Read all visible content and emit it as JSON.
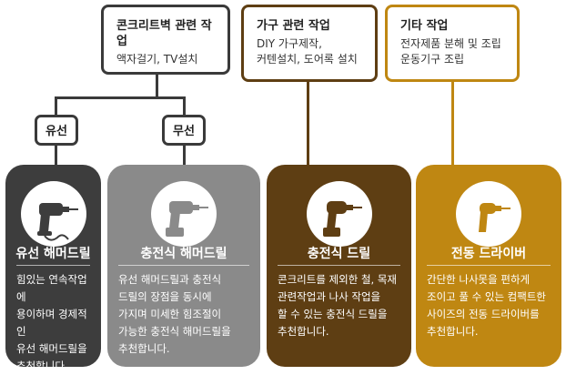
{
  "boxes": [
    {
      "title": "콘크리트벽 관련 작업",
      "desc": "액자걸기, TV설치"
    },
    {
      "title": "가구 관련 작업",
      "desc": "DIY 가구제작,\n커텐설치, 도어록 설치"
    },
    {
      "title": "기타 작업",
      "desc": "전자제품 분해 및 조립\n운동기구 조립"
    }
  ],
  "tags": {
    "wired": "유선",
    "wireless": "무선"
  },
  "cards": [
    {
      "name": "유선 해머드릴",
      "desc": "힘있는 연속작업에\n용이하며 경제적인\n유선 해머드릴을\n추천합니다.",
      "color": "#3d3d3d",
      "icon": "corded-hammer-drill-icon"
    },
    {
      "name": "충전식 해머드릴",
      "desc": "유선 해머드릴과 충전식\n드릴의 장점을 동시에\n가지며 미세한 힘조절이\n가능한 충전식 해머드릴을\n추천합니다.",
      "color": "#8a8a8a",
      "icon": "cordless-hammer-drill-icon"
    },
    {
      "name": "충전식 드릴",
      "desc": "콘크리트를 제외한 철, 목재\n관련작업과 나사 작업을\n할 수 있는 충전식 드릴을\n추천합니다.",
      "color": "#5e3e13",
      "icon": "cordless-drill-icon"
    },
    {
      "name": "전동 드라이버",
      "desc": "간단한 나사못을 편하게\n조이고 풀 수 있는 컴팩트한\n사이즈의 전동 드라이버를\n추천합니다.",
      "color": "#bf8712",
      "icon": "electric-screwdriver-icon"
    }
  ],
  "colors": {
    "dark": "#3a3a3a",
    "brown": "#5e3e13",
    "gold": "#bf8712"
  }
}
